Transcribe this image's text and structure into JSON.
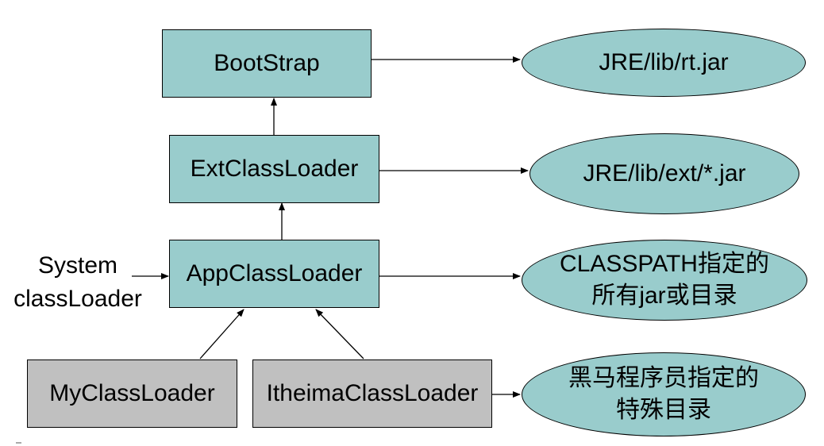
{
  "diagram": {
    "nodes": {
      "bootstrap": "BootStrap",
      "ext_loader": "ExtClassLoader",
      "app_loader": "AppClassLoader",
      "my_loader": "MyClassLoader",
      "itheima_loader": "ItheimaClassLoader"
    },
    "targets": {
      "rt_jar": "JRE/lib/rt.jar",
      "ext_jar": "JRE/lib/ext/*.jar",
      "classpath_line1": "CLASSPATH指定的",
      "classpath_line2": "所有jar或目录",
      "custom_line1": "黑马程序员指定的",
      "custom_line2": "特殊目录"
    },
    "side_label": {
      "line1": "System",
      "line2": "classLoader"
    }
  }
}
